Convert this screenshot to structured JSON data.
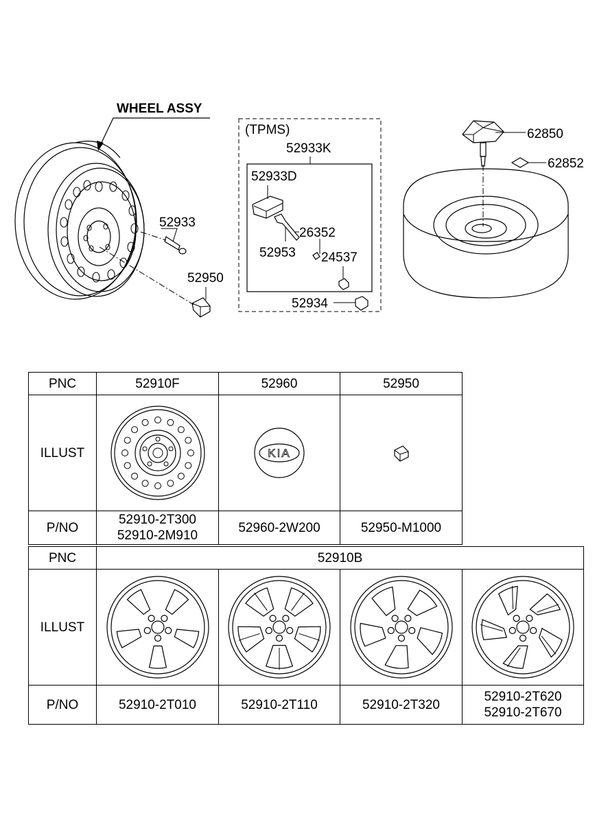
{
  "diagram": {
    "title": "WHEEL ASSY",
    "tpms_label": "(TPMS)",
    "callouts": {
      "c52933k": "52933K",
      "c52933d": "52933D",
      "c26352": "26352",
      "c52953": "52953",
      "c24537": "24537",
      "c52934": "52934",
      "c52933": "52933",
      "c52950": "52950",
      "c62850": "62850",
      "c62852": "62852"
    }
  },
  "table1": {
    "pnc_label": "PNC",
    "illust_label": "ILLUST",
    "pno_label": "P/NO",
    "columns": [
      {
        "pnc": "52910F",
        "pno": [
          "52910-2T300",
          "52910-2M910"
        ]
      },
      {
        "pnc": "52960",
        "pno": [
          "52960-2W200"
        ],
        "badge": "KIA"
      },
      {
        "pnc": "52950",
        "pno": [
          "52950-M1000"
        ]
      }
    ]
  },
  "table2": {
    "pnc_label": "PNC",
    "illust_label": "ILLUST",
    "pno_label": "P/NO",
    "pnc": "52910B",
    "columns": [
      {
        "pno": [
          "52910-2T010"
        ]
      },
      {
        "pno": [
          "52910-2T110"
        ]
      },
      {
        "pno": [
          "52910-2T320"
        ]
      },
      {
        "pno": [
          "52910-2T620",
          "52910-2T670"
        ]
      }
    ]
  }
}
